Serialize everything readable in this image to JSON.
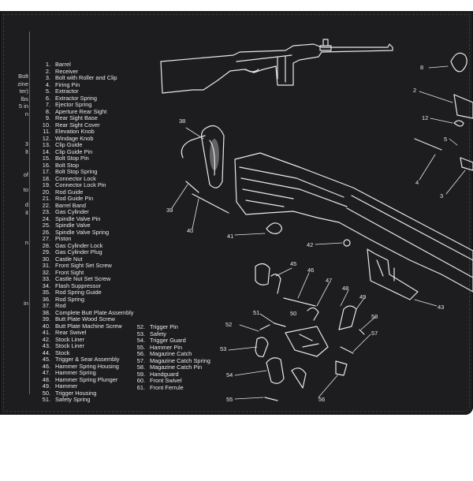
{
  "left_fragments": [
    "Bolt",
    "zine",
    "ter)",
    "lbs",
    "5 in",
    "n",
    "",
    "",
    "",
    "3",
    "lt",
    "",
    "",
    "of",
    "",
    "to",
    "",
    "d",
    "it",
    "",
    "",
    "",
    "n",
    "",
    "",
    "",
    "",
    "",
    "",
    "",
    "in",
    "",
    "",
    "",
    "",
    "",
    "",
    "",
    "",
    "",
    "",
    "",
    "",
    "",
    "",
    "",
    "",
    "",
    "",
    "",
    "",
    "",
    "",
    ""
  ],
  "parts_col1": [
    {
      "n": "1.",
      "t": "Barrel"
    },
    {
      "n": "2.",
      "t": "Receiver"
    },
    {
      "n": "3.",
      "t": "Bolt with Roller and Clip"
    },
    {
      "n": "4.",
      "t": "Firing Pin"
    },
    {
      "n": "5.",
      "t": "Extractor"
    },
    {
      "n": "6.",
      "t": "Extractor Spring"
    },
    {
      "n": "7.",
      "t": "Ejector Spring"
    },
    {
      "n": "8.",
      "t": "Aperture Rear Sight"
    },
    {
      "n": "9.",
      "t": "Rear Sight Base"
    },
    {
      "n": "10.",
      "t": "Rear Sight Cover"
    },
    {
      "n": "11.",
      "t": "Elevation Knob"
    },
    {
      "n": "12.",
      "t": "Windage Knob"
    },
    {
      "n": "13.",
      "t": "Clip Guide"
    },
    {
      "n": "14.",
      "t": "Clip Guide Pin"
    },
    {
      "n": "15.",
      "t": "Bolt Stop Pin"
    },
    {
      "n": "16.",
      "t": "Bolt Stop"
    },
    {
      "n": "17.",
      "t": "Bolt Stop Spring"
    },
    {
      "n": "18.",
      "t": "Connector Lock"
    },
    {
      "n": "19.",
      "t": "Connector Lock Pin"
    },
    {
      "n": "20.",
      "t": "Rod Guide"
    },
    {
      "n": "21.",
      "t": "Rod Guide Pin"
    },
    {
      "n": "22.",
      "t": "Barrel Band"
    },
    {
      "n": "23.",
      "t": "Gas Cylinder"
    },
    {
      "n": "24.",
      "t": "Spindle Valve Pin"
    },
    {
      "n": "25.",
      "t": "Spindle Valve"
    },
    {
      "n": "26.",
      "t": "Spindle Valve Spring"
    },
    {
      "n": "27.",
      "t": "Piston"
    },
    {
      "n": "28.",
      "t": "Gas Cylinder Lock"
    },
    {
      "n": "29.",
      "t": "Gas Cylinder Plug"
    },
    {
      "n": "30.",
      "t": "Castle Nut"
    },
    {
      "n": "31.",
      "t": "Front Sight Set Screw"
    },
    {
      "n": "32.",
      "t": "Front Sight"
    },
    {
      "n": "33.",
      "t": "Castle Nut Set Screw"
    },
    {
      "n": "34.",
      "t": "Flash Suppressor"
    },
    {
      "n": "35.",
      "t": "Rod Spring Guide"
    },
    {
      "n": "36.",
      "t": "Rod Spring"
    },
    {
      "n": "37.",
      "t": "Rod"
    },
    {
      "n": "38.",
      "t": "Complete Butt Plate Assembly"
    },
    {
      "n": "39.",
      "t": "Butt Plate Wood Screw"
    },
    {
      "n": "40.",
      "t": "Butt Plate Machine Screw"
    },
    {
      "n": "41.",
      "t": "Rear Swivel"
    },
    {
      "n": "42.",
      "t": "Stock Liner"
    },
    {
      "n": "43.",
      "t": "Stock Liner"
    },
    {
      "n": "44.",
      "t": "Stock"
    },
    {
      "n": "45.",
      "t": "Trigger & Sear Assembly"
    },
    {
      "n": "46.",
      "t": "Hammer Spring Housing"
    },
    {
      "n": "47.",
      "t": "Hammer Spring"
    },
    {
      "n": "48.",
      "t": "Hammer Spring Plunger"
    },
    {
      "n": "49.",
      "t": "Hammer"
    },
    {
      "n": "50.",
      "t": "Trigger Housing"
    },
    {
      "n": "51.",
      "t": "Safety Spring"
    }
  ],
  "parts_col2": [
    {
      "n": "52.",
      "t": "Trigger Pin"
    },
    {
      "n": "53.",
      "t": "Safety"
    },
    {
      "n": "54.",
      "t": "Trigger Guard"
    },
    {
      "n": "55.",
      "t": "Hammer Pin"
    },
    {
      "n": "56.",
      "t": "Magazine Catch"
    },
    {
      "n": "57.",
      "t": "Magazine Catch Spring"
    },
    {
      "n": "58.",
      "t": "Magazine Catch Pin"
    },
    {
      "n": "59.",
      "t": "Handguard"
    },
    {
      "n": "60.",
      "t": "Front Swivel"
    },
    {
      "n": "61.",
      "t": "Front Ferrule"
    }
  ],
  "callouts": {
    "c8": "8",
    "c2": "2",
    "c12": "12",
    "c5": "5",
    "c4": "4",
    "c3": "3",
    "c38": "38",
    "c39": "39",
    "c40": "40",
    "c41": "41",
    "c42": "42",
    "c43": "43",
    "c45": "45",
    "c46": "46",
    "c47": "47",
    "c48": "48",
    "c49": "49",
    "c50": "50",
    "c51": "51",
    "c52": "52",
    "c53": "53",
    "c54": "54",
    "c55": "55",
    "c56": "56",
    "c57": "57",
    "c58": "58"
  }
}
